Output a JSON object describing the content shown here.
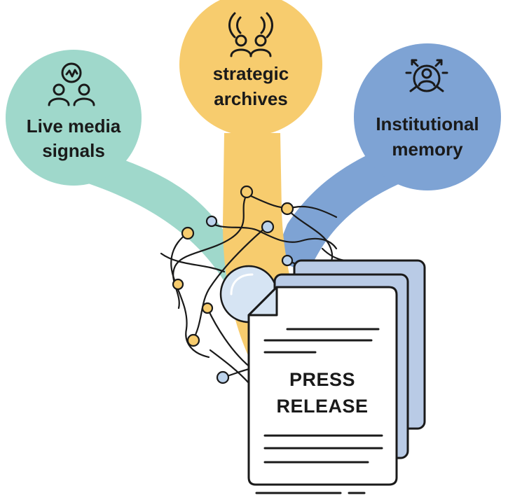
{
  "sources": [
    {
      "id": "live-media",
      "line1": "Live media",
      "line2": "signals",
      "color": "#9fd8cb",
      "icon": "person-signal-icon"
    },
    {
      "id": "strategic-archives",
      "line1": "strategic",
      "line2": "archives",
      "color": "#f7cc6e",
      "icon": "people-broadcast-icon"
    },
    {
      "id": "institutional-memory",
      "line1": "Institutional",
      "line2": "memory",
      "color": "#7ea3d4",
      "icon": "person-network-icon"
    }
  ],
  "document": {
    "line1": "PRESS",
    "line2": "RELEASE",
    "page_color": "#ffffff",
    "back_page_color": "#b9cbe6",
    "ink": "#1a1a1a"
  },
  "network": {
    "node_yellow": "#f7cc6e",
    "node_blue": "#bcd3ec",
    "lens_color": "#d6e4f3"
  }
}
